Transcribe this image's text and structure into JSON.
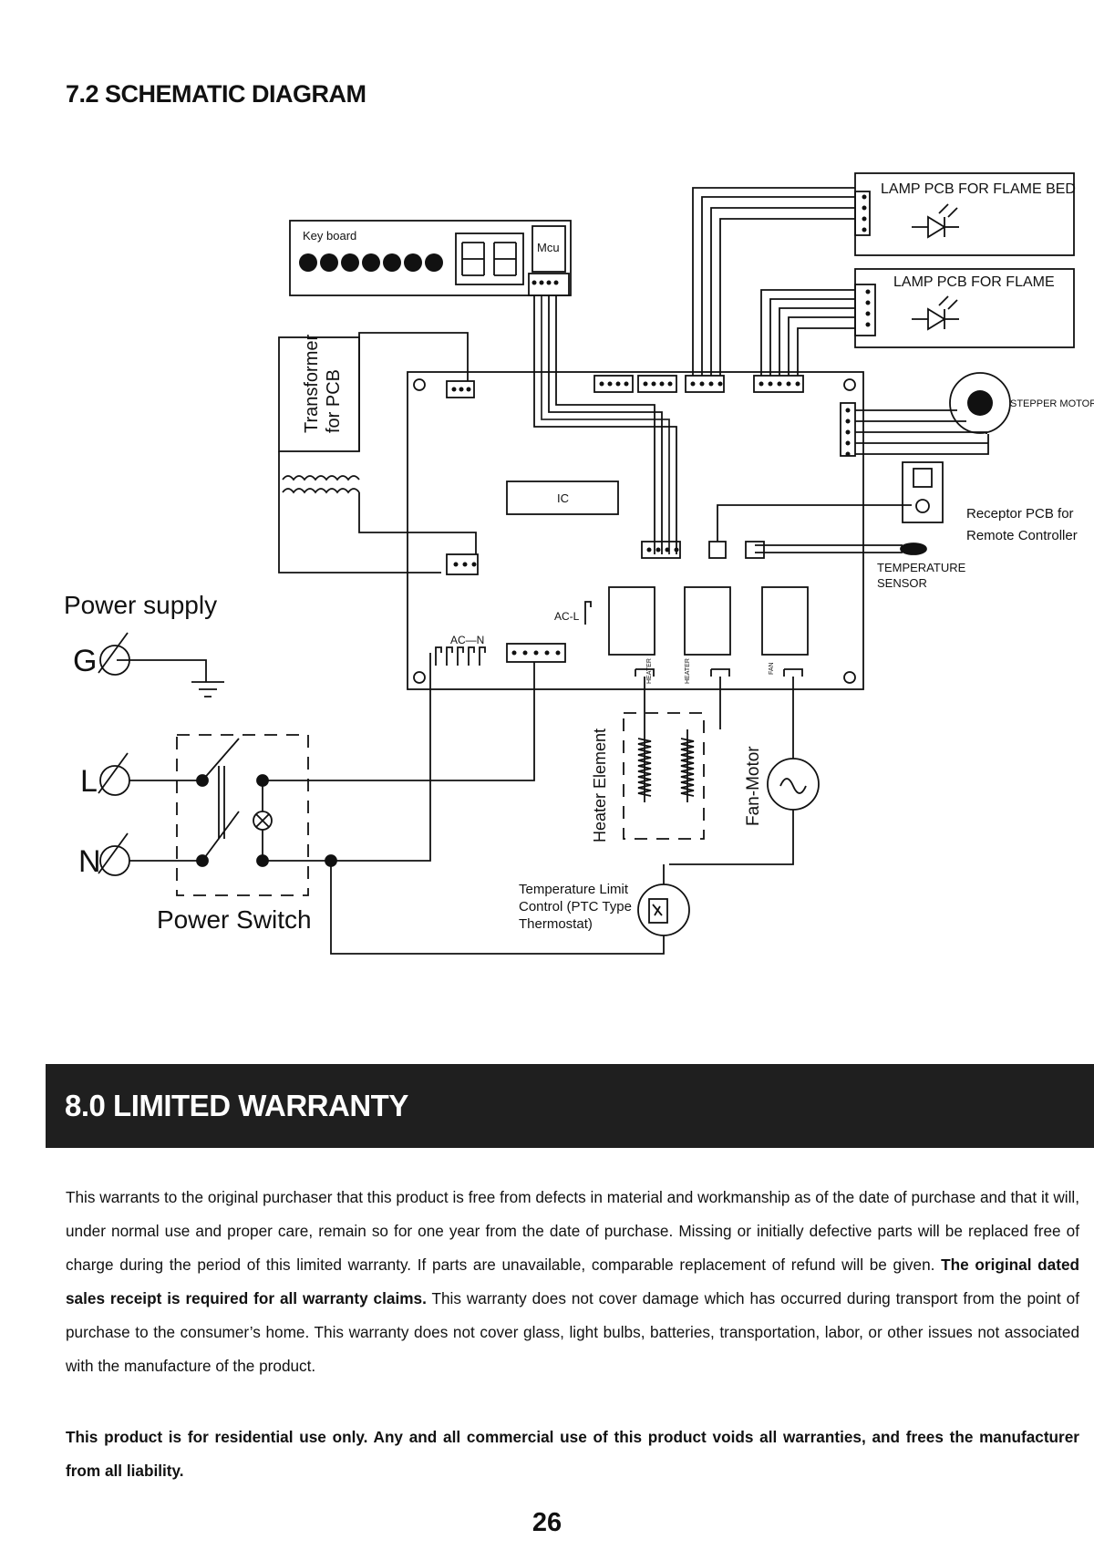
{
  "section": {
    "heading": "7.2 SCHEMATIC DIAGRAM"
  },
  "diagram": {
    "lamp_flame_bed": "LAMP PCB  FOR FLAME BED",
    "lamp_flame": "LAMP PCB FOR  FLAME",
    "keyboard": "Key board",
    "mcu": "Mcu",
    "stepper_motor": "STEPPER MOTOR",
    "transformer_line1": "Transformer",
    "transformer_line2": "for PCB",
    "ic": "IC",
    "receptor_line1": "Receptor PCB for",
    "receptor_line2": "Remote Controller",
    "temp_sensor_line1": "TEMPERATURE",
    "temp_sensor_line2": "SENSOR",
    "power_supply": "Power supply",
    "ground": "G",
    "live": "L",
    "neutral": "N",
    "ac_n": "AC—N",
    "ac_l": "AC-L",
    "heater_tab_1": "HEATER",
    "heater_tab_2": "HEATER",
    "fan_tab": "FAN",
    "heater_element": "Heater Element",
    "fan_motor": "Fan-Motor",
    "power_switch": "Power Switch",
    "thermostat_line1": "Temperature Limit",
    "thermostat_line2": "Control (PTC Type",
    "thermostat_line3": "Thermostat)"
  },
  "warranty": {
    "heading": "8.0 LIMITED WARRANTY",
    "para1_part1": "This warrants to the original purchaser that this product is free from defects in material and workmanship as of the date of purchase and that it will, under normal use and proper care, remain so for one year from the date of purchase. Missing or initially defective parts will be replaced free of charge during the period of this limited warranty. If parts are unavailable, comparable replacement of refund will be given.",
    "para1_bold": "The original dated sales receipt is required for all warranty claims.",
    "para1_part2": "This warranty does not cover damage which has occurred during transport from the point of purchase to the consumer’s home. This warranty does not cover glass, light bulbs, batteries, transportation, labor, or other issues not associated with the manufacture of the product.",
    "para2": "This product is for residential use only. Any and all commercial use of this product voids all warranties, and frees the manufacturer from all liability."
  },
  "page_number": "26"
}
